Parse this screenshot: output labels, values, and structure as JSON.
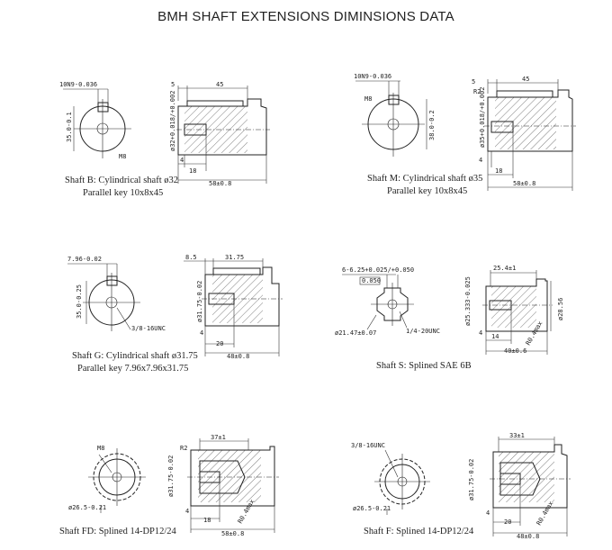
{
  "title": "BMH SHAFT EXTENSIONS DIMINSIONS DATA",
  "panels": [
    {
      "id": "B",
      "caption1": "Shaft B: Cylindrical shaft ø32",
      "caption2": "Parallel key 10x8x45",
      "labels": {
        "key": "10N9-0.036",
        "key_h": "35.0-0.1",
        "bolt": "M8",
        "diam": "ø32+0.018/+0.002",
        "len_top": "45",
        "len_key": "5",
        "d4": "4",
        "d18": "18",
        "total": "58±0.8"
      }
    },
    {
      "id": "M",
      "caption1": "Shaft M: Cylindrical shaft ø35",
      "caption2": "Parallel key 10x8x45",
      "labels": {
        "key": "10N9-0.036",
        "key_h": "38.0-0.2",
        "bolt": "M8",
        "diam": "ø35+0.018/+0.002",
        "len_top": "45",
        "len_key": "5",
        "r": "R2",
        "d4": "4",
        "d18": "18",
        "total": "58±0.8"
      }
    },
    {
      "id": "G",
      "caption1": "Shaft G: Cylindrical shaft ø31.75",
      "caption2": "Parallel key 7.96x7.96x31.75",
      "labels": {
        "key": "7.96-0.02",
        "key_h": "35.0-0.25",
        "bolt": "3/8-16UNC",
        "diam": "ø31.75-0.02",
        "len_top": "31.75",
        "len_key": "8.5",
        "d4": "4",
        "d20": "20",
        "total": "48±0.8"
      }
    },
    {
      "id": "S",
      "caption1": "Shaft S: Splined SAE 6B",
      "caption2": "",
      "labels": {
        "spline": "6-6.25+0.025/+0.050",
        "tol": "0.050",
        "outer": "ø21.47±0.07",
        "bolt": "1/4-20UNC",
        "diam": "ø25.333-0.025",
        "diam2": "ø28.56",
        "len_top": "25.4±1",
        "d14": "14",
        "d4": "4",
        "total": "40±0.6",
        "rmax": "R0.4max"
      }
    },
    {
      "id": "FD",
      "caption1": "Shaft FD: Splined 14-DP12/24",
      "caption2": "",
      "labels": {
        "bolt": "M8",
        "outer": "ø26.5-0.21",
        "diam": "ø31.75-0.02",
        "len_top": "37±1",
        "r": "R2",
        "d4": "4",
        "d18": "18",
        "total": "58±0.8",
        "rmax": "R0.4max"
      }
    },
    {
      "id": "F",
      "caption1": "Shaft F: Splined 14-DP12/24",
      "caption2": "",
      "labels": {
        "bolt": "3/8-16UNC",
        "outer": "ø26.5-0.21",
        "diam": "ø31.75-0.02",
        "len_top": "33±1",
        "d4": "4",
        "d20": "20",
        "total": "48±0.8",
        "rmax": "R0.4max"
      }
    }
  ]
}
